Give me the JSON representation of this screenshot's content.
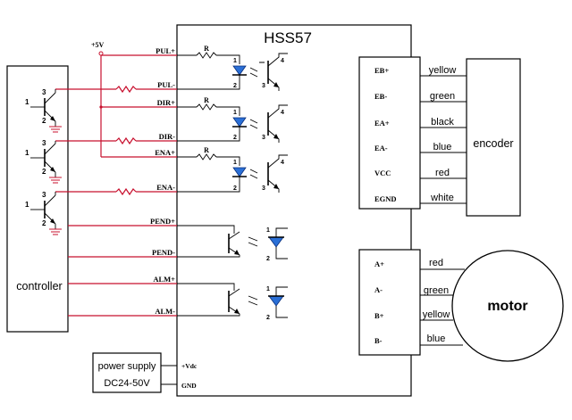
{
  "driver": {
    "title": "HSS57"
  },
  "controller": {
    "label": "controller",
    "pin_labels": [
      "1",
      "3",
      "2",
      "1",
      "3",
      "2",
      "1",
      "3",
      "2"
    ]
  },
  "power": {
    "line1": "power supply",
    "line2": "DC24-50V",
    "vdc": "+Vdc",
    "gnd": "GND"
  },
  "supply_tag": "+5V",
  "resistor_label": "R",
  "inputs": [
    "PUL+",
    "PUL-",
    "DIR+",
    "DIR-",
    "ENA+",
    "ENA-",
    "PEND+",
    "PEND-",
    "ALM+",
    "ALM-"
  ],
  "opto_pins": [
    "1",
    "2",
    "3",
    "4"
  ],
  "encoder": {
    "label": "encoder",
    "pins": [
      "EB+",
      "EB-",
      "EA+",
      "EA-",
      "VCC",
      "EGND"
    ],
    "wires": [
      "yellow",
      "green",
      "black",
      "blue",
      "red",
      "white"
    ]
  },
  "motor": {
    "label": "motor",
    "pins": [
      "A+",
      "A-",
      "B+",
      "B-"
    ],
    "wires": [
      "red",
      "green",
      "yellow",
      "blue"
    ]
  },
  "colors": {
    "wire_red": "#c8102e",
    "wire_black": "#000000",
    "diode_blue": "#2a6fd6"
  }
}
